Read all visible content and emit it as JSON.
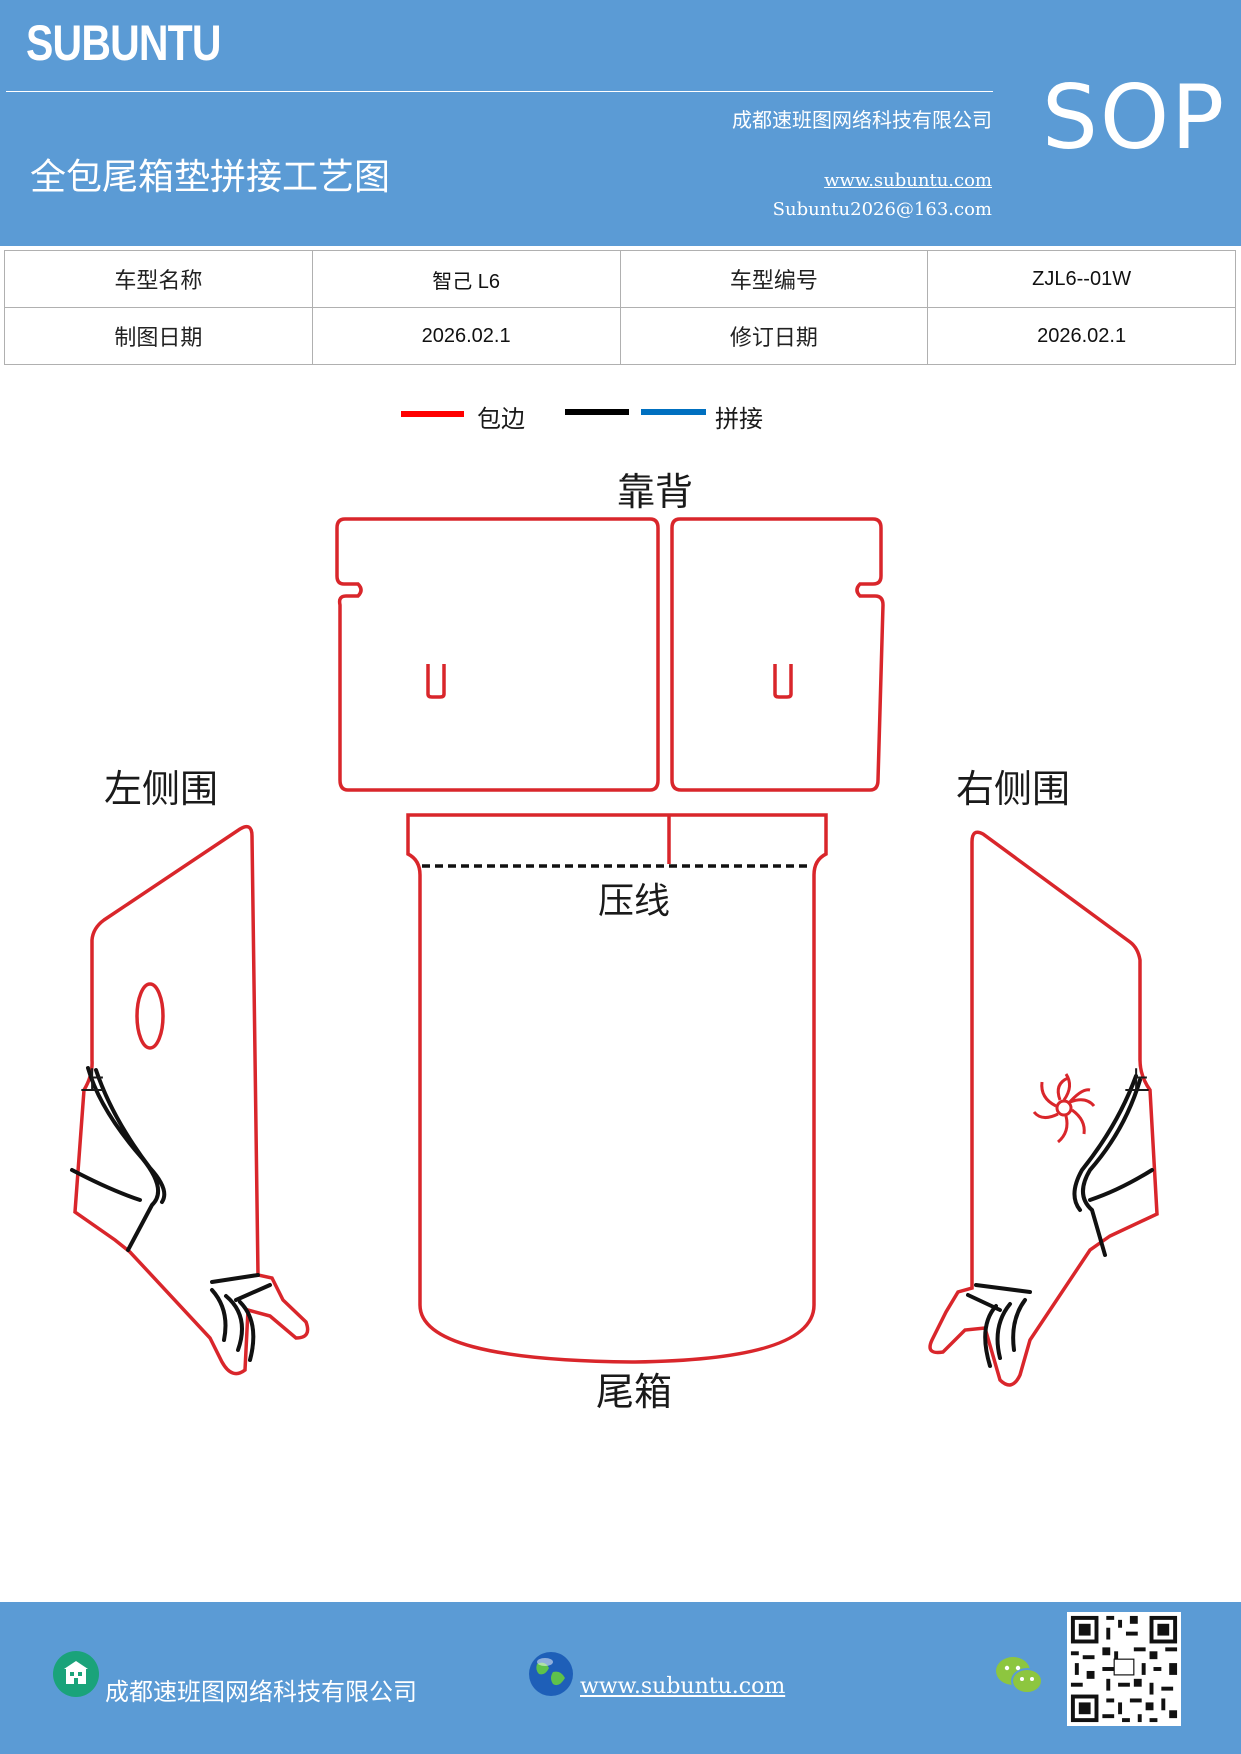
{
  "header": {
    "brand": "SUBUNTU",
    "company": "成都速班图网络科技有限公司",
    "title": "全包尾箱垫拼接工艺图",
    "url": "www.subuntu.com",
    "email": "Subuntu2026@163.com",
    "badge": "SOP"
  },
  "info_table": {
    "rows": [
      {
        "label1": "车型名称",
        "value1": "智己 L6",
        "label2": "车型编号",
        "value2": "ZJL6--01W"
      },
      {
        "label1": "制图日期",
        "value1": "2026.02.1",
        "label2": "修订日期",
        "value2": "2026.02.1"
      }
    ]
  },
  "legend": {
    "items": [
      {
        "label": "包边",
        "color": "#ff0000"
      },
      {
        "label": "",
        "color": "#000000"
      },
      {
        "label": "拼接",
        "color": "#0070c0"
      }
    ]
  },
  "diagram": {
    "labels": {
      "backrest": "靠背",
      "left_side": "左侧围",
      "right_side": "右侧围",
      "press_line": "压线",
      "trunk": "尾箱",
      "up_left": "上",
      "up_right": "上"
    },
    "edge_color": "#d9262b"
  },
  "footer": {
    "company": "成都速班图网络科技有限公司",
    "url": "www.subuntu.com"
  }
}
